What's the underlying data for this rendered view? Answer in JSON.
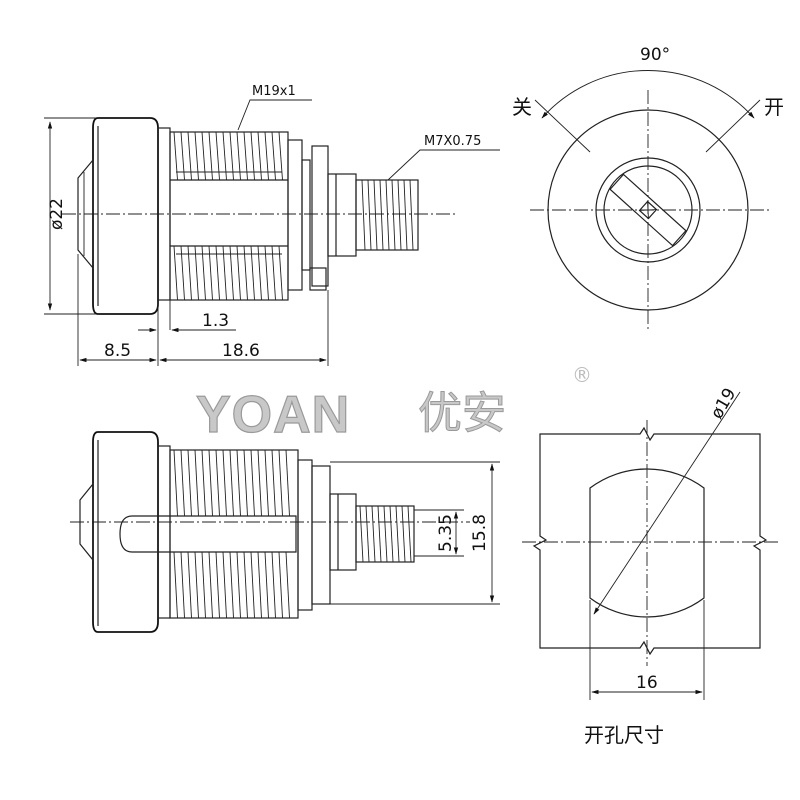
{
  "watermark": {
    "brand": "YOAN",
    "brand_cn": "优安",
    "registered": "®"
  },
  "side_view": {
    "thread_main": "M19x1",
    "thread_stud": "M7X0.75",
    "dia_head": "ø22",
    "dim_1_3": "1.3",
    "dim_8_5": "8.5",
    "dim_18_6": "18.6"
  },
  "front_view": {
    "angle": "90°",
    "closed": "关",
    "open": "开"
  },
  "bottom_view": {
    "dim_5_35": "5.35",
    "dim_15_8": "15.8"
  },
  "cutout": {
    "dia": "ø19",
    "width": "16",
    "caption": "开孔尺寸"
  }
}
